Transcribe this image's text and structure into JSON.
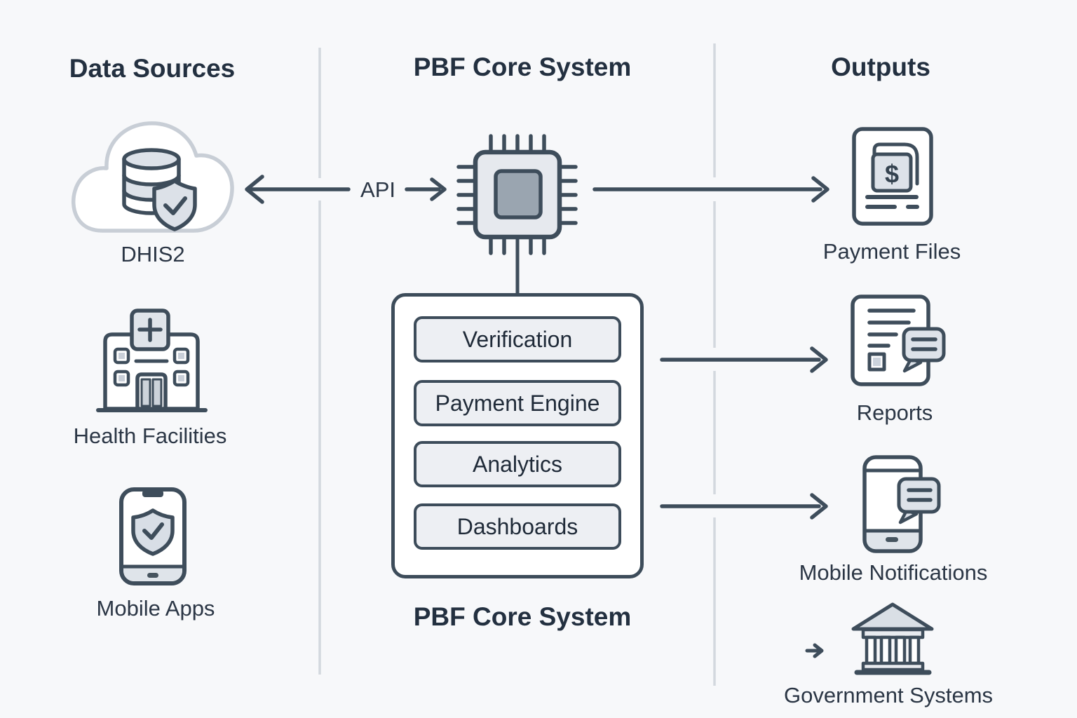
{
  "diagram": {
    "columns": {
      "data_sources": {
        "header": "Data Sources",
        "items": [
          {
            "label": "DHIS2",
            "icon": "cloud-database-shield-icon"
          },
          {
            "label": "Health Facilities",
            "icon": "hospital-building-icon"
          },
          {
            "label": "Mobile Apps",
            "icon": "smartphone-shield-icon"
          }
        ]
      },
      "pbf_core_system": {
        "header": "PBF Core System",
        "api_label": "API",
        "chip_icon": "cpu-chip-icon",
        "modules": [
          "Verification",
          "Payment Engine",
          "Analytics",
          "Dashboards"
        ],
        "box_caption": "PBF Core System"
      },
      "outputs": {
        "header": "Outputs",
        "items": [
          {
            "label": "Payment Files",
            "icon": "payment-file-icon",
            "dollar_glyph": "$"
          },
          {
            "label": "Reports",
            "icon": "report-chat-icon"
          },
          {
            "label": "Mobile Notifications",
            "icon": "smartphone-chat-icon"
          },
          {
            "label": "Government Systems",
            "icon": "bank-building-icon"
          }
        ]
      }
    },
    "colors": {
      "background": "#f7f8fa",
      "stroke_dark": "#3e4d5b",
      "fill_light": "#dde2e9",
      "chip_inner": "#9aa5b0",
      "divider": "#d3d8de",
      "text_heading": "#233040",
      "text_label": "#2b3645"
    }
  }
}
